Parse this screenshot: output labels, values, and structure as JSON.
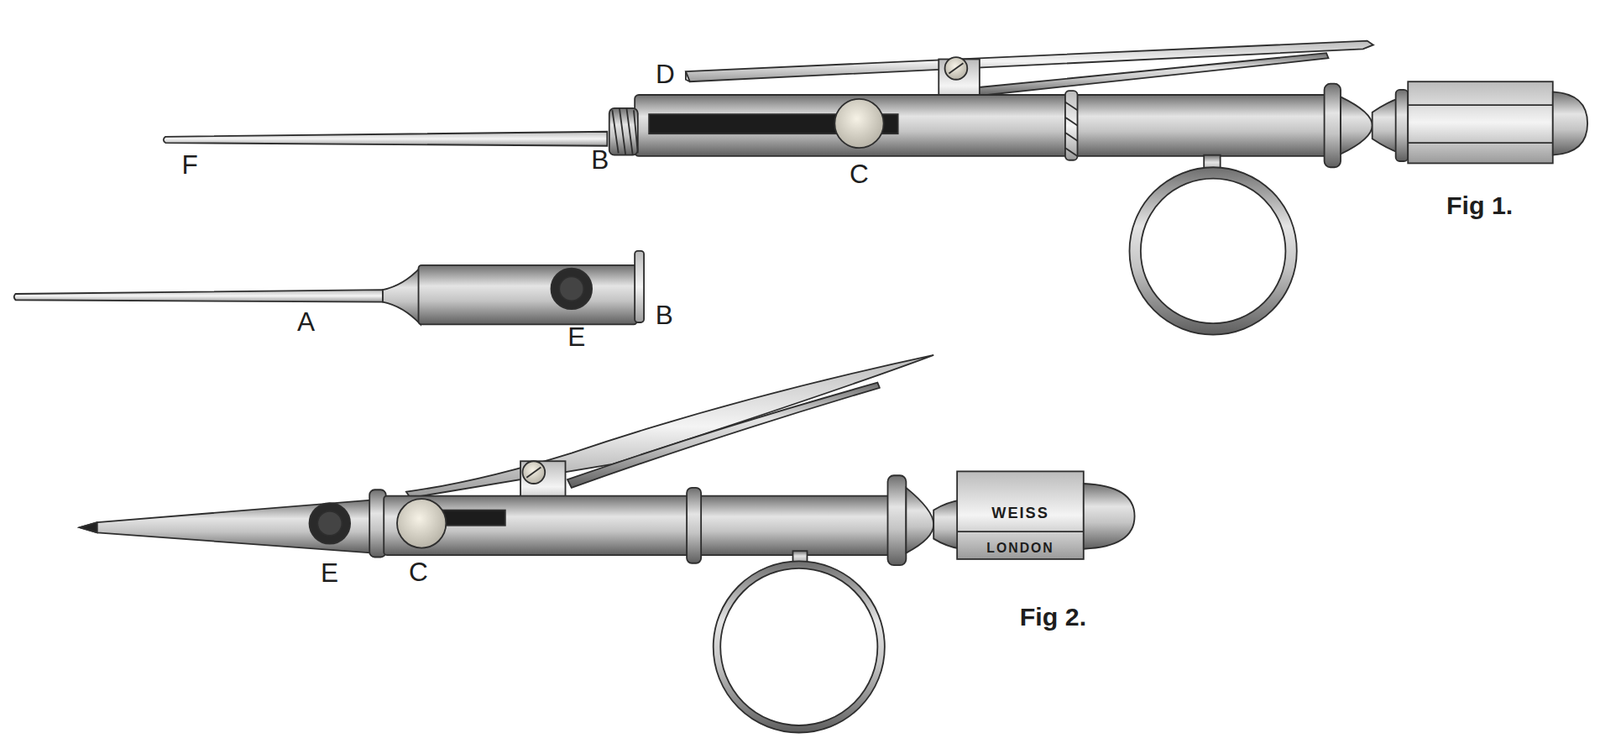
{
  "diagram": {
    "labels": [
      "D",
      "F",
      "B",
      "C",
      "Fig 1.",
      "A",
      "E",
      "B",
      "WEISS",
      "LONDON",
      "E",
      "C",
      "Fig 2."
    ]
  }
}
